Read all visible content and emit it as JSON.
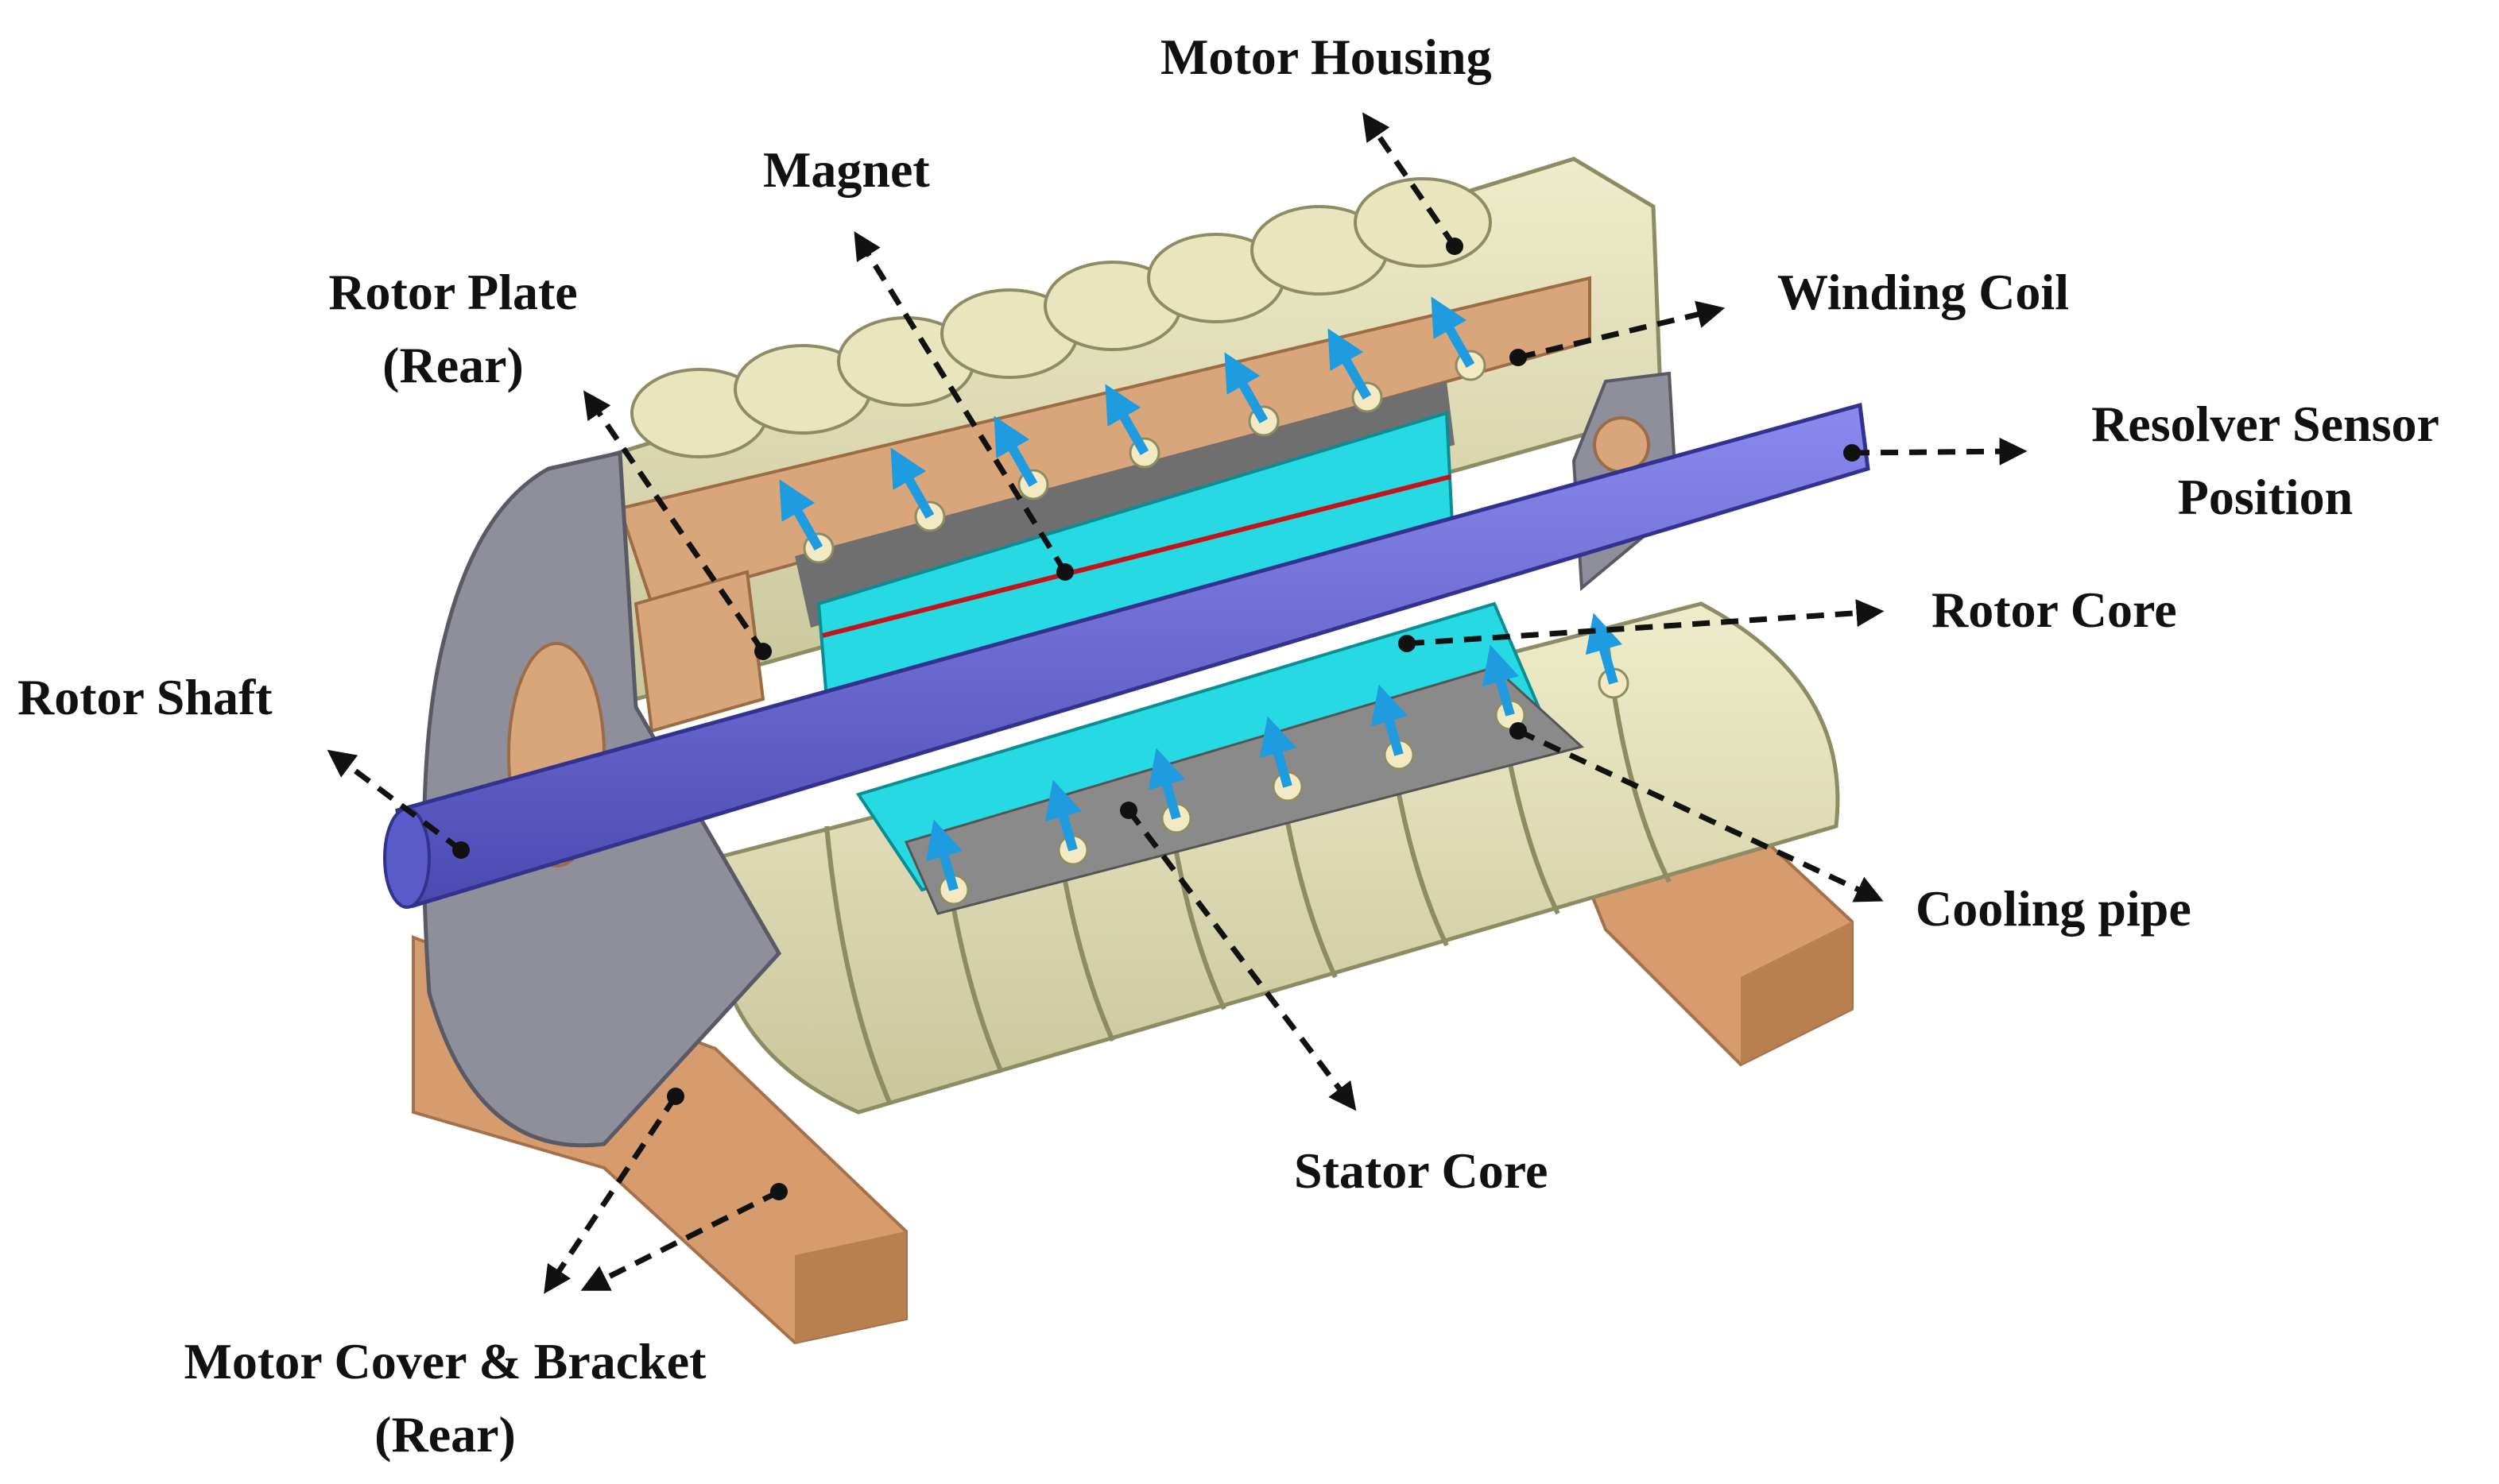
{
  "labels": {
    "motor_housing": "Motor Housing",
    "magnet": "Magnet",
    "rotor_plate": [
      "Rotor Plate",
      "(Rear)"
    ],
    "winding_coil": "Winding  Coil",
    "resolver": [
      "Resolver Sensor",
      "Position"
    ],
    "rotor_core": "Rotor Core",
    "rotor_shaft": "Rotor Shaft",
    "cooling_pipe": "Cooling pipe",
    "stator_core": "Stator Core",
    "motor_cover": [
      "Motor Cover & Bracket",
      "(Rear)"
    ]
  },
  "colors": {
    "housing": "#e4e1b4",
    "housing_dark": "#b9b78a",
    "copper": "#d9a67c",
    "copper_dark": "#b9845c",
    "cover": "#8f8f9b",
    "cover_dark": "#6e6e7a",
    "shaft": "#6f6fd8",
    "shaft_dark": "#4a4ab2",
    "rotor_core": "#27d9e2",
    "stator": "#9a9a9a",
    "flow_arrow": "#1f9be0",
    "magnet_line": "#c4141b",
    "stand": "#d79c6e"
  }
}
